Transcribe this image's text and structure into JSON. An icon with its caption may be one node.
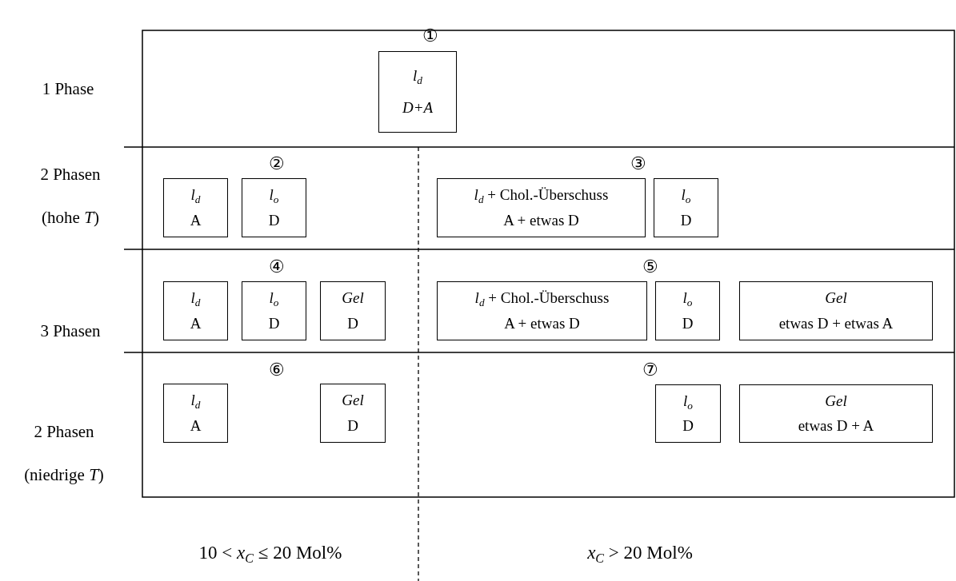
{
  "diagram": {
    "nodes": [
      {
        "text": [
          "*l*$_{d}$",
          "*D+A*"
        ]
      },
      {
        "text": [
          "*l*$_{d}$",
          "A"
        ]
      },
      {
        "text": [
          "*l*$_{o}$",
          "D"
        ]
      },
      {
        "text": [
          "*l*$_{d}$ + Chol.-Überschuss",
          "A + etwas D"
        ]
      },
      {
        "text": [
          "*l*$_{o}$",
          "D"
        ]
      },
      {
        "text": [
          "*l*$_{d}$",
          "A"
        ]
      },
      {
        "text": [
          "*l*$_{o}$",
          "D"
        ]
      },
      {
        "text": [
          "*Gel*",
          "D"
        ]
      },
      {
        "text": [
          "*l*$_{d}$ + Chol.-Überschuss",
          "A + etwas D"
        ]
      },
      {
        "text": [
          "*l*$_{o}$",
          "D"
        ]
      },
      {
        "text": [
          "*Gel*",
          "etwas D + etwas A"
        ]
      },
      {
        "text": [
          "*l*$_{d}$",
          "A"
        ]
      },
      {
        "text": [
          "*Gel*",
          "D"
        ]
      },
      {
        "text": [
          "*l*$_{o}$",
          "D"
        ]
      },
      {
        "text": [
          "*Gel*",
          "etwas D + A"
        ]
      }
    ],
    "labels": [
      "1 Phase",
      "①",
      "2 Phasen (hohe *T*)",
      "②",
      "③",
      "3 Phasen",
      "④",
      "⑤",
      "2 Phasen (niedrige *T*)",
      "⑥",
      "⑦",
      "10 < *x*$_{C}$ ≤ 20 Mol%",
      "*x*$_{C}$ > 20 Mol%"
    ]
  }
}
